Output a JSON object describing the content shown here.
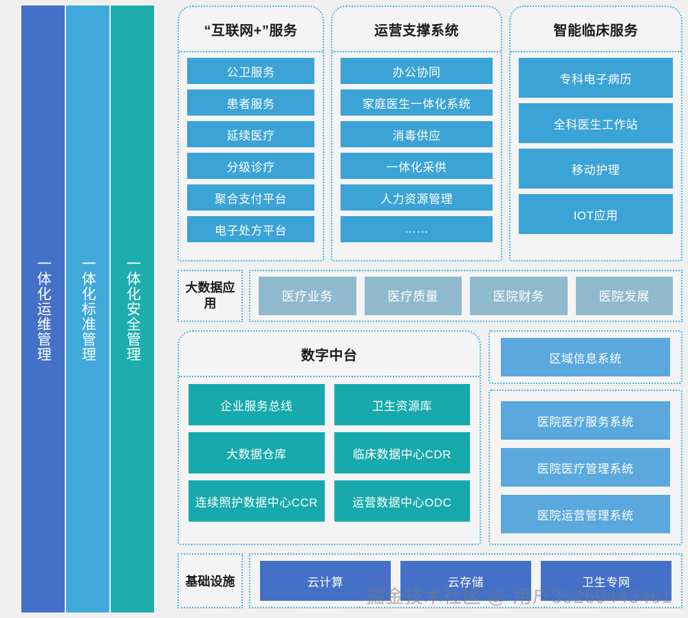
{
  "pillars": [
    {
      "label": "一体化运维管理",
      "color": "#4470c8"
    },
    {
      "label": "一体化标准管理",
      "color": "#3fa9dc"
    },
    {
      "label": "一体化安全管理",
      "color": "#1dadad"
    }
  ],
  "service_panels": [
    {
      "title": "“互联网+”服务",
      "items": [
        "公卫服务",
        "患者服务",
        "延续医疗",
        "分级诊疗",
        "聚合支付平台",
        "电子处方平台"
      ]
    },
    {
      "title": "运营支撑系统",
      "items": [
        "办公协同",
        "家庭医生一体化系统",
        "消毒供应",
        "一体化采供",
        "人力资源管理",
        "……"
      ]
    },
    {
      "title": "智能临床服务",
      "items": [
        "专科电子病历",
        "全科医生工作站",
        "移动护理",
        "IOT应用"
      ]
    }
  ],
  "bigdata": {
    "label": "大数据应用",
    "items": [
      "医疗业务",
      "医疗质量",
      "医院财务",
      "医院发展"
    ]
  },
  "midplatform": {
    "title": "数字中台",
    "items": [
      "企业服务总线",
      "卫生资源库",
      "大数据仓库",
      "临床数据中心CDR",
      "连续照护数据中心CCR",
      "运营数据中心ODC"
    ]
  },
  "region": {
    "items": [
      "区域信息系统"
    ]
  },
  "hospital": {
    "items": [
      "医院医疗服务系统",
      "医院医疗管理系统",
      "医院运营管理系统"
    ]
  },
  "infrastructure": {
    "label": "基础设施",
    "items": [
      "云计算",
      "云存储",
      "卫生专网"
    ]
  },
  "watermark": "掘金技术社区 @ 用户35269443461",
  "colors": {
    "background": "#f0f0f0",
    "dotted_border": "#45b4e8",
    "service_blue": "#3ba3d6",
    "region_blue": "#5aa8dd",
    "bigdata_steel": "#8fb9cd",
    "midplatform_teal": "#17a9ac",
    "infra_indigo": "#4470c8"
  }
}
